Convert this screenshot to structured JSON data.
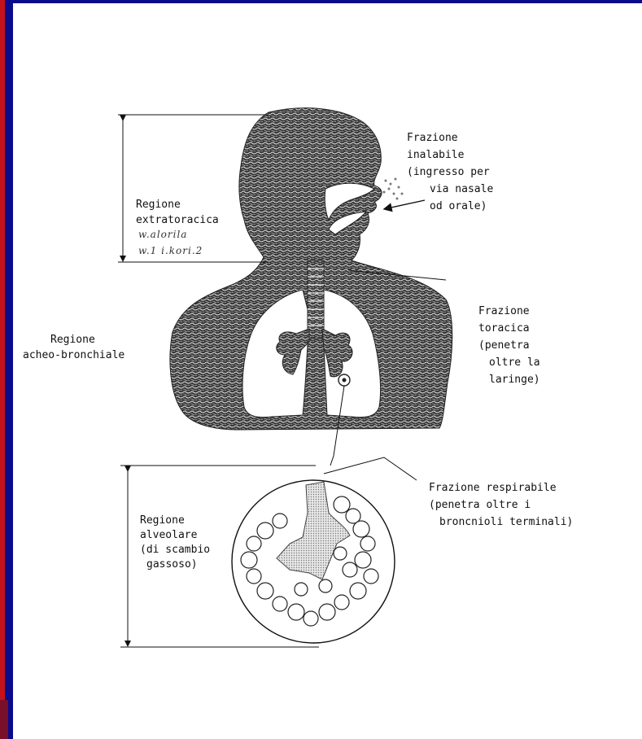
{
  "colors": {
    "frame_blue": "#0a0a8c",
    "frame_red": "#c4121a",
    "paper": "#ffffff",
    "ink": "#111111",
    "texture_dark": "#3a3a3a",
    "alveolar_grey": "#bdbdbd"
  },
  "labels": {
    "extrathoracic": [
      "Regione",
      "extratoracica"
    ],
    "extrathoracic_handwritten": [
      "w.alorila",
      "w.1 i.kori.2"
    ],
    "tracheobronchial": [
      "Regione",
      "acheo-bronchiale"
    ],
    "alveolar": [
      "Regione",
      "alveolare",
      "(di scambio",
      "gassoso)"
    ],
    "inhalable": [
      "Frazione",
      "inalabile",
      "(ingresso per",
      "via nasale",
      "od orale)"
    ],
    "thoracic": [
      "Frazione",
      "toracica",
      "(penetra",
      "oltre la",
      "laringe)"
    ],
    "respirable": [
      "Frazione respirabile",
      "(penetra oltre i",
      "broncnioli terminali)"
    ]
  }
}
